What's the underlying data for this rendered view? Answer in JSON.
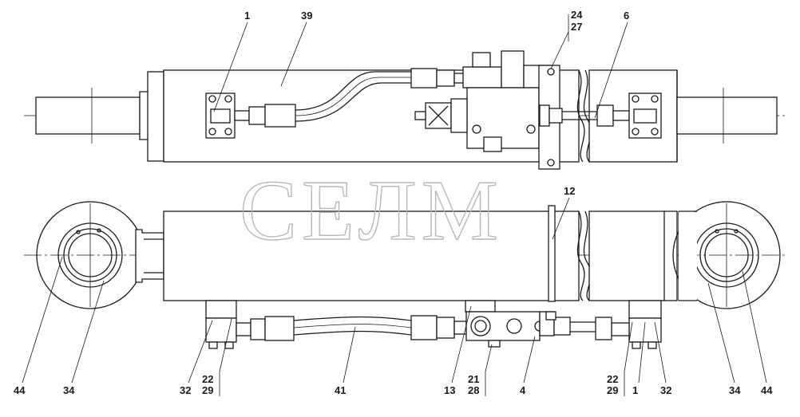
{
  "watermark": "СЕЛМ",
  "labels": {
    "top_1": "1",
    "top_39": "39",
    "top_24": "24",
    "top_27": "27",
    "top_6": "6",
    "mid_12": "12",
    "b_44_left": "44",
    "b_34_left": "34",
    "b_32_left": "32",
    "b_22_left": "22",
    "b_29_left": "29",
    "b_41": "41",
    "b_13": "13",
    "b_21": "21",
    "b_28": "28",
    "b_4": "4",
    "b_22_right": "22",
    "b_29_right": "29",
    "b_1_right": "1",
    "b_32_right": "32",
    "b_34_right": "34",
    "b_44_right": "44"
  }
}
